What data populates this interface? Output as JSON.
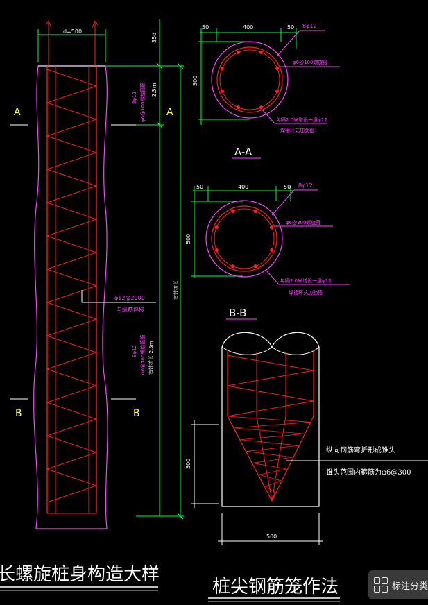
{
  "colors": {
    "background": "#000000",
    "rebar": "#ff2020",
    "concrete": "#ff40ff",
    "dimension": "#00ff40",
    "section_letter": "#ffff40",
    "text": "#ffffff"
  },
  "elevation": {
    "diameter_label": "d=500",
    "dim_top": "35d",
    "dim_upper": "2.5m",
    "dim_total": "有效桩长",
    "upper_spiral_line1": "8φ12",
    "upper_spiral_line2": "φ6@100螺旋箍筋",
    "lower_spiral_line1": "8φ12",
    "lower_spiral_line2": "φ6@100螺旋箍筋",
    "lower_note": "有效桩长-2.5m",
    "stiffener_line1": "φ12@2000",
    "stiffener_line2": "与纵筋焊接",
    "section_a_left": "A",
    "section_a_right": "A",
    "section_b_left": "B",
    "section_b_right": "B"
  },
  "section_aa": {
    "title": "A-A",
    "dim_left": "50",
    "dim_mid": "400",
    "dim_right": "50",
    "dim_height": "500",
    "main_bar": "8φ12",
    "spiral": "φ6@100螺旋箍",
    "ring_line1": "每隔2.0米增设一道φ12",
    "ring_line2": "焊接环式加劲箍"
  },
  "section_bb": {
    "title": "B-B",
    "dim_left": "50",
    "dim_mid": "400",
    "dim_right": "50",
    "dim_height": "500",
    "main_bar": "8φ12",
    "spiral": "φ6@300螺旋箍",
    "ring_line1": "每隔2.0米增设一道φ12",
    "ring_line2": "焊接环式加劲箍"
  },
  "tip": {
    "dim_height": "500",
    "dim_width": "500",
    "note_line1": "纵向钢筋弯折形成锥头",
    "note_line2": "锥头范围内箍筋为φ6@300"
  },
  "titles": {
    "left": "长螺旋桩身构造大样",
    "right": "桩尖钢筋笼作法"
  },
  "badge": {
    "label": "标注分类"
  }
}
